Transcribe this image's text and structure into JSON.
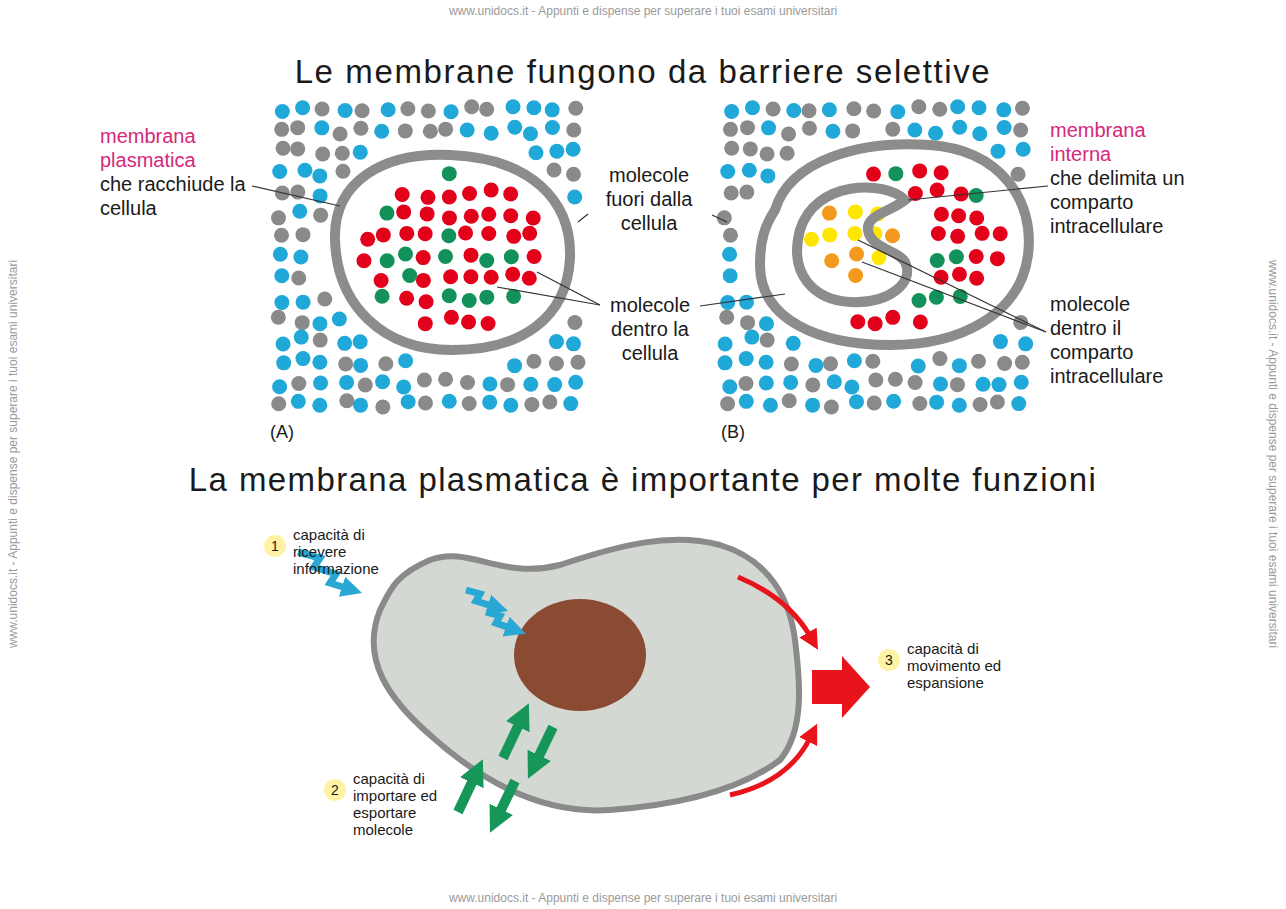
{
  "diagram": {
    "title": "Le membrane fungono da barriere selettive",
    "nodes": [
      {
        "text": [
          "1",
          "capacità di ricevere informazione"
        ]
      },
      {
        "text": [
          "2",
          "capacità di importare ed esportare molecole"
        ]
      },
      {
        "text": [
          "3",
          "capacità di movimento ed espansione"
        ]
      }
    ],
    "labels": [
      "www.unidocs.it - Appunti e dispense per superare i tuoi esami universitari",
      "membrana plasmatica",
      "che racchiude la cellula",
      "molecole fuori dalla cellula",
      "molecole dentro la cellula",
      "membrana interna",
      "che delimita un comparto intracellulare",
      "molecole dentro il comparto intracellulare",
      "(A)",
      "(B)",
      "La membrana plasmatica è importante per molte funzioni",
      "www.unidocs.it - Appunti e dispense per superare i tuoi esami universitari",
      "www.unidocs.it - Appunti e dispense per superare i tuoi esami universitari",
      "www.unidocs.it - Appunti e dispense per superare i tuoi esami universitari"
    ]
  }
}
